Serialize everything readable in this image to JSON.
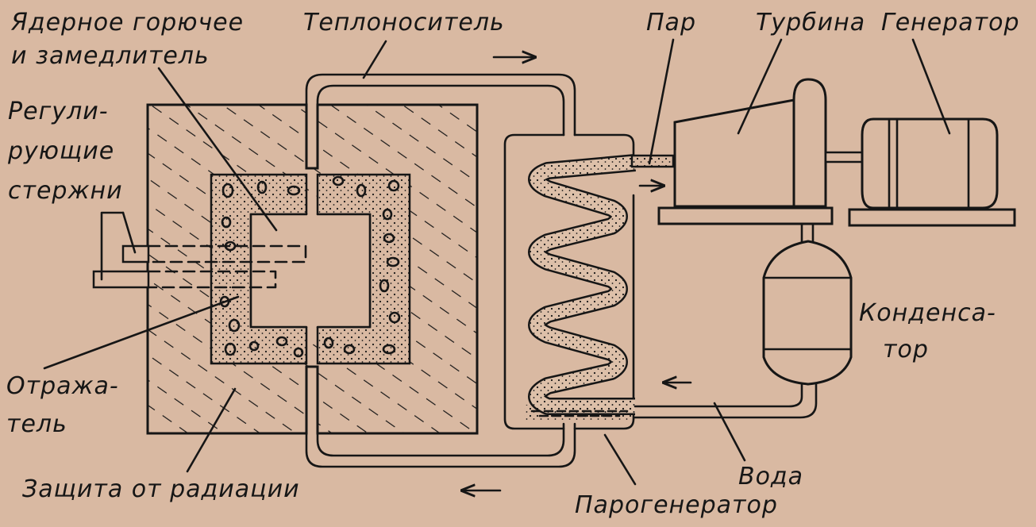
{
  "labels": {
    "fuel_line1": "Ядерное горючее",
    "fuel_line2": "и замедлитель",
    "coolant": "Теплоноситель",
    "steam": "Пар",
    "turbine": "Турбина",
    "generator": "Генератор",
    "rods_line1": "Регули-",
    "rods_line2": "рующие",
    "rods_line3": "стержни",
    "condenser_line1": "Конденса-",
    "condenser_line2": "тор",
    "reflector_line1": "Отража-",
    "reflector_line2": "тель",
    "water": "Вода",
    "shield": "Защита от радиации",
    "steam_generator": "Парогенератор"
  },
  "colors": {
    "background": "#d9b9a2",
    "ink": "#161616",
    "fill_light": "#ddc0a9"
  }
}
